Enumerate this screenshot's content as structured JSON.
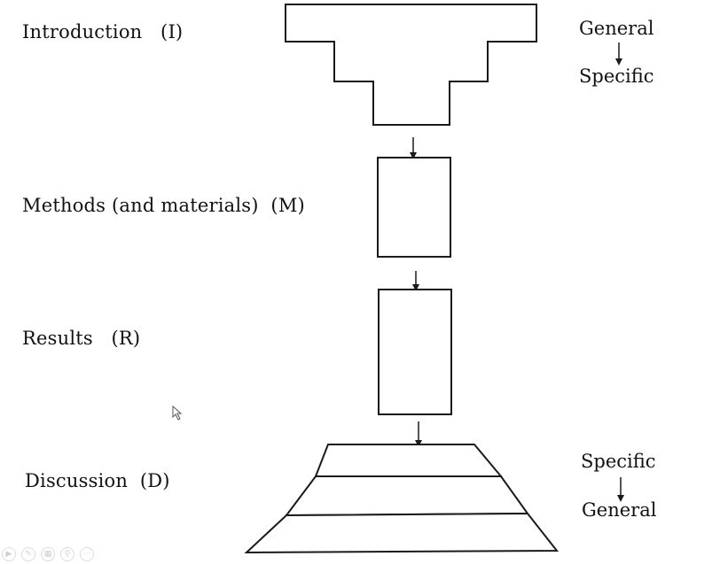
{
  "sections": [
    {
      "key": "intro",
      "label": "Introduction",
      "abbr": "(I)"
    },
    {
      "key": "methods",
      "label": "Methods (and materials)",
      "abbr": "(M)"
    },
    {
      "key": "results",
      "label": "Results",
      "abbr": "(R)"
    },
    {
      "key": "discussion",
      "label": "Discussion",
      "abbr": "(D)"
    }
  ],
  "intro_scope": {
    "from": "General",
    "to": "Specific"
  },
  "discussion_scope": {
    "from": "Specific",
    "to": "General"
  },
  "colors": {
    "line": "#1a1a1a",
    "fill": "#ffffff"
  },
  "toolbar_icons": [
    "play-icon",
    "pen-icon",
    "slides-icon",
    "zoom-icon",
    "more-icon"
  ]
}
